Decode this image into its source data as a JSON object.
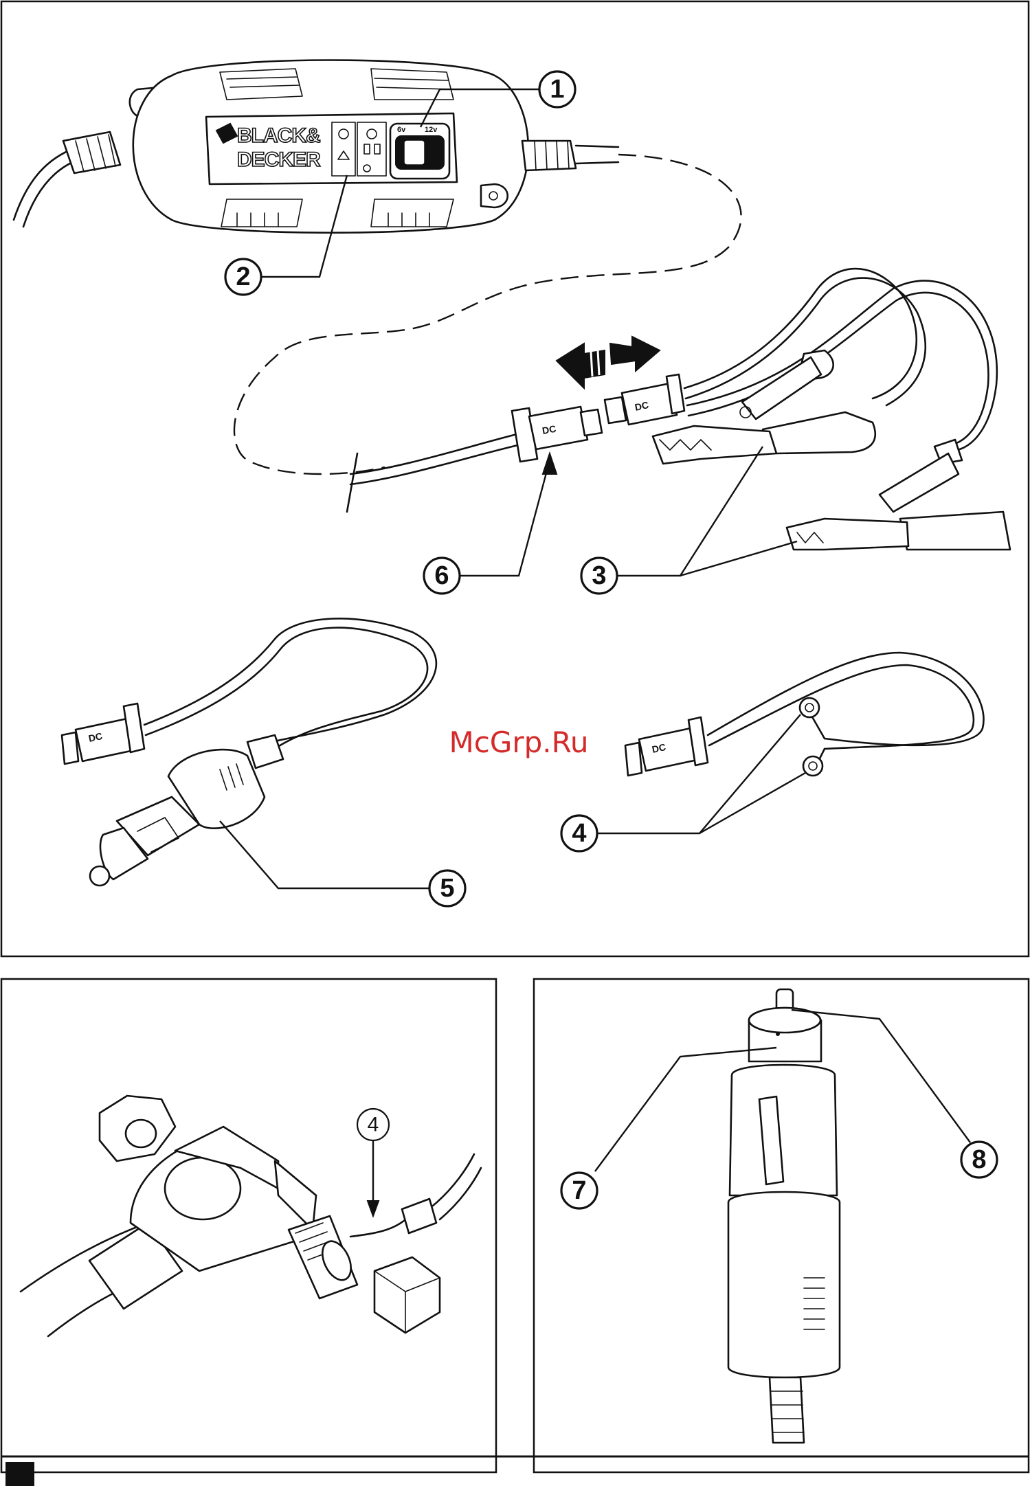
{
  "watermark": "McGrp.Ru",
  "brand": {
    "line1": "BLACK&",
    "line2": "DECKER"
  },
  "selector": {
    "opt1": "6v",
    "opt2": "12v"
  },
  "connector_label": "DC",
  "callouts": {
    "c1": "1",
    "c2": "2",
    "c3": "3",
    "c4": "4",
    "c5": "5",
    "c6": "6",
    "c4b": "4",
    "c7": "7",
    "c8": "8"
  },
  "colors": {
    "ink": "#111111",
    "watermark": "#d42a2a",
    "background": "#ffffff"
  },
  "footer": {
    "marker": "black-square"
  }
}
